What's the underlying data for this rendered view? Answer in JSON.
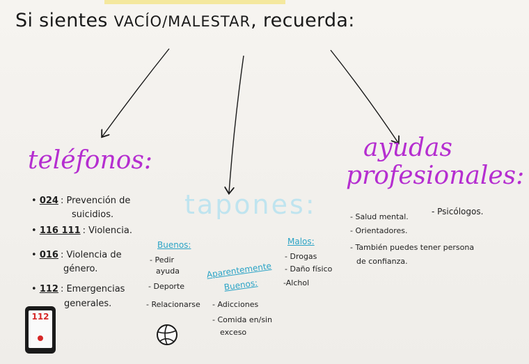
{
  "title": {
    "part1": "Si sientes",
    "part2": "VACÍO/MALESTAR",
    "part3": ", recuerda:"
  },
  "telefonos": {
    "heading": "teléfonos:",
    "items": [
      {
        "number": "024",
        "text": ": Prevención de",
        "text2": "suicidios."
      },
      {
        "number": "116 111",
        "text": ": Violencia."
      },
      {
        "number": "016",
        "text": ": Violencia de",
        "text2": "género."
      },
      {
        "number": "112",
        "text": ": Emergencias",
        "text2": "generales."
      }
    ],
    "phone_icon_label": "112"
  },
  "tapones": {
    "heading": "tapones:",
    "buenos": {
      "label": "Buenos:",
      "items": [
        "Pedir",
        "ayuda",
        "Deporte",
        "Relacionarse"
      ]
    },
    "aparentemente": {
      "label1": "Aparentemente",
      "label2": "Buenos:",
      "items": [
        "Adicciones",
        "Comida en/sin",
        "exceso"
      ]
    },
    "malos": {
      "label": "Malos:",
      "items": [
        "Drogas",
        "Daño físico",
        "Alchol"
      ]
    }
  },
  "ayudas": {
    "heading1": "ayudas",
    "heading2": "profesionales:",
    "items": [
      "Salud mental.",
      "Psicólogos.",
      "Orientadores.",
      "También puedes tener persona",
      "de confianza."
    ]
  },
  "colors": {
    "heading_magenta": "#b52ed0",
    "subheading_cyan": "#2aa3c6",
    "tapones_light": "#bfe4ef",
    "phone_red": "#d62828"
  }
}
